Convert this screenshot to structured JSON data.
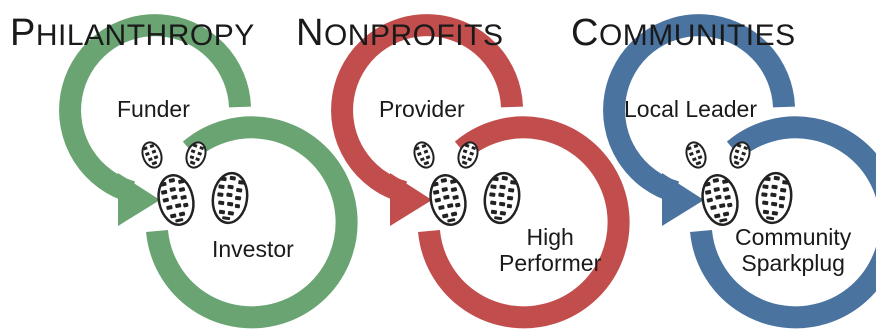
{
  "colors": {
    "philanthropy": "#6aa473",
    "nonprofits": "#c24d4d",
    "communities": "#4a73a0",
    "text": "#1a1a1a",
    "footprint": "#222222"
  },
  "groups": [
    {
      "heading_first": "P",
      "heading_rest": "HILANTHROPY",
      "role_top": "Funder",
      "role_bottom_line1": "Investor",
      "role_bottom_line2": "",
      "icon": "footprints-icon"
    },
    {
      "heading_first": "N",
      "heading_rest": "ONPROFITS",
      "role_top": "Provider",
      "role_bottom_line1": "High",
      "role_bottom_line2": "Performer",
      "icon": "footprints-icon"
    },
    {
      "heading_first": "C",
      "heading_rest": "OMMUNITIES",
      "role_top": "Local Leader",
      "role_bottom_line1": "Community",
      "role_bottom_line2": "Sparkplug",
      "icon": "footprints-icon"
    }
  ]
}
